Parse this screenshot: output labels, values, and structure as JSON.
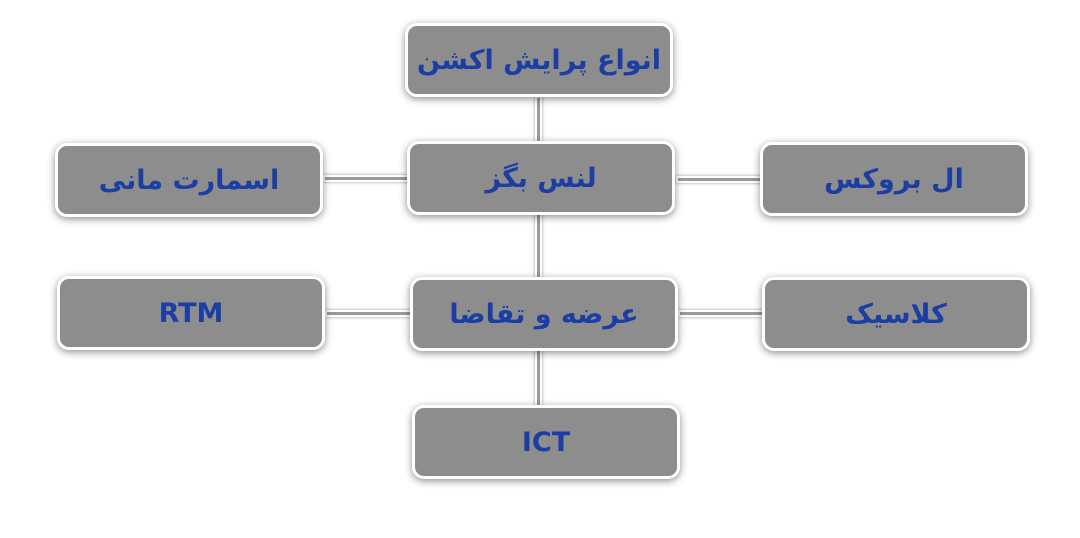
{
  "nodes": {
    "root": "انواع پرایش اکشن",
    "liquidity": "لنس بگز",
    "smart_money": "اسمارت مانی",
    "al_brooks": "ال بروکس",
    "supply_demand": "عرضه و تقاضا",
    "rtm": "RTM",
    "classic": "کلاسیک",
    "ict": "ICT"
  },
  "colors": {
    "box_fill": "#8d8d8d",
    "text": "#1c3ea3",
    "border": "#ffffff"
  }
}
